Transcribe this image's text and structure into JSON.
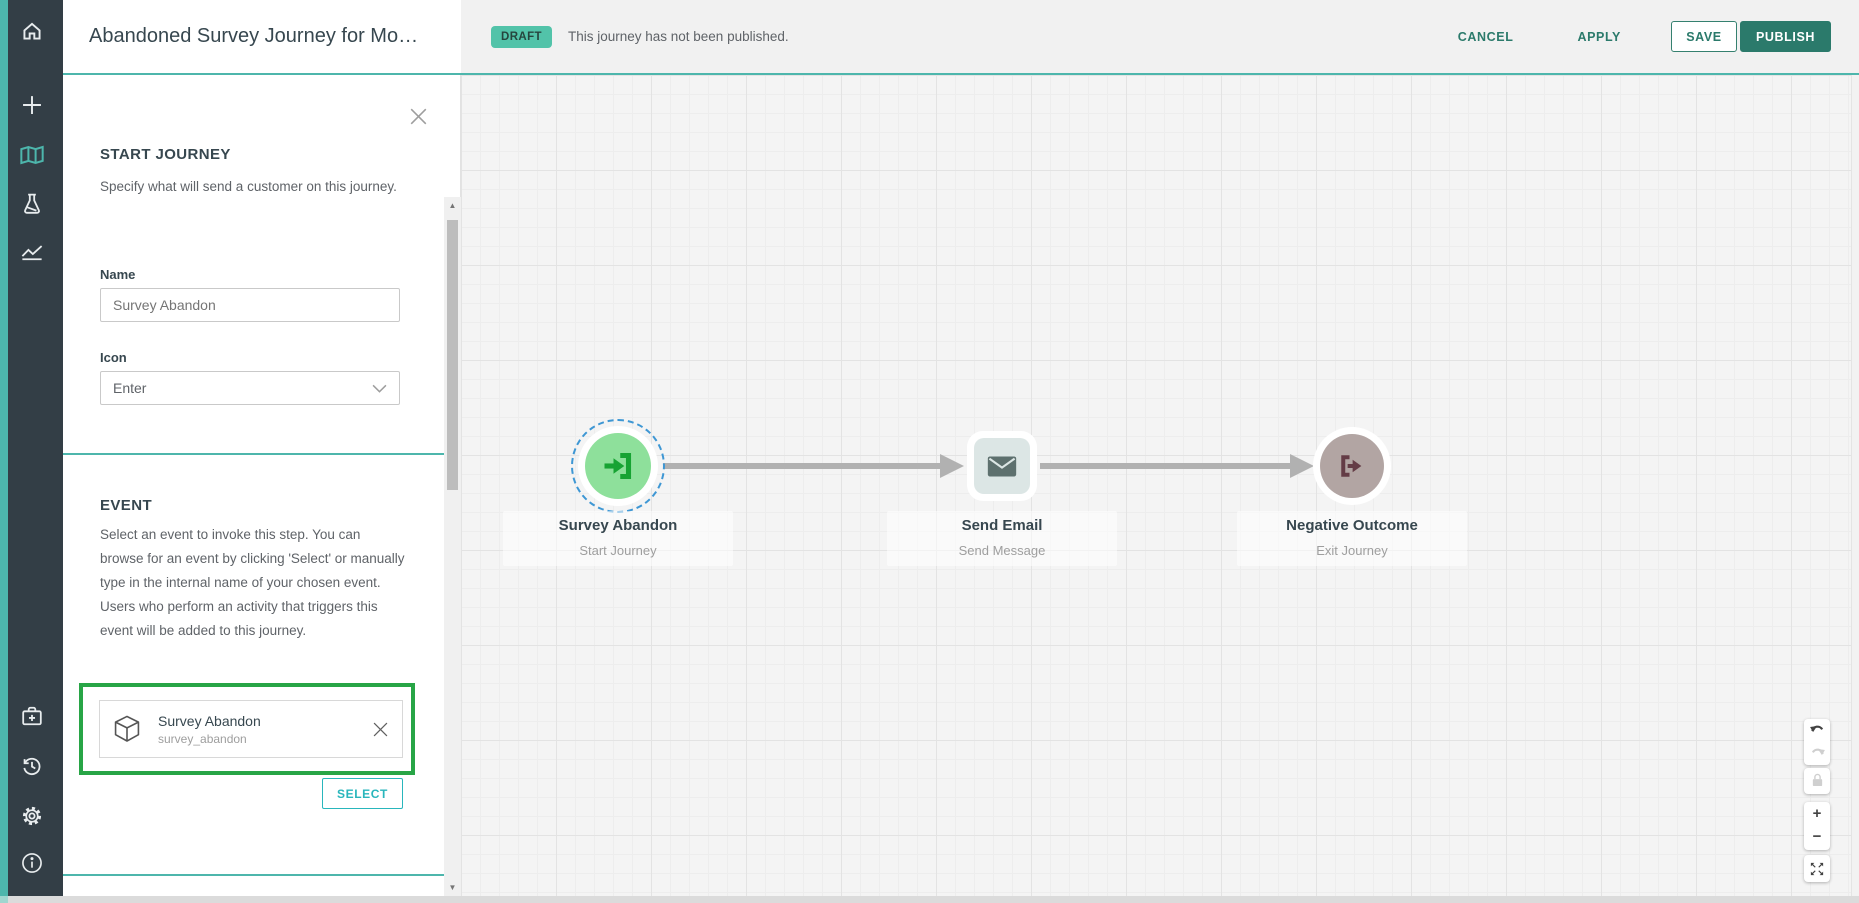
{
  "header": {
    "title": "Abandoned Survey Journey for Mo…",
    "badge": "DRAFT",
    "status": "This journey has not been published.",
    "buttons": {
      "cancel": "CANCEL",
      "apply": "APPLY",
      "save": "SAVE",
      "publish": "PUBLISH"
    }
  },
  "sidebar": {
    "icons": [
      {
        "name": "home-icon",
        "active": false
      },
      {
        "name": "add-icon",
        "active": false
      },
      {
        "name": "journey-map-icon",
        "active": true
      },
      {
        "name": "experiment-flask-icon",
        "active": false
      },
      {
        "name": "analytics-chart-icon",
        "active": false
      },
      {
        "name": "case-add-icon",
        "active": false
      },
      {
        "name": "history-icon",
        "active": false
      },
      {
        "name": "settings-gear-icon",
        "active": false
      },
      {
        "name": "info-icon",
        "active": false
      }
    ]
  },
  "panel": {
    "start_journey": {
      "heading": "START JOURNEY",
      "description": "Specify what will send a customer on this journey.",
      "name_label": "Name",
      "name_value": "Survey Abandon",
      "icon_label": "Icon",
      "icon_value": "Enter"
    },
    "event": {
      "heading": "EVENT",
      "description": "Select an event to invoke this step. You can browse for an event by clicking 'Select' or manually type in the internal name of your chosen event. Users who perform an activity that triggers this event will be added to this journey.",
      "selected_event_title": "Survey Abandon",
      "selected_event_internal_name": "survey_abandon",
      "select_button": "SELECT"
    }
  },
  "canvas": {
    "nodes": [
      {
        "title": "Survey Abandon",
        "subtitle": "Start Journey",
        "type": "start",
        "selected": true
      },
      {
        "title": "Send Email",
        "subtitle": "Send Message",
        "type": "send-message",
        "selected": false
      },
      {
        "title": "Negative Outcome",
        "subtitle": "Exit Journey",
        "type": "exit",
        "selected": false
      }
    ],
    "controls": {
      "zoom_in": "+",
      "zoom_out": "−"
    }
  },
  "colors": {
    "accent_teal": "#2b7a6b",
    "light_teal": "#4db6ac",
    "badge_teal": "#52c3a9",
    "highlight_green": "#28a546",
    "select_cyan": "#29b6bc",
    "selection_blue": "#3e97d4",
    "node_green_fill": "#8ee09b",
    "node_green_icon": "#17a333",
    "node_email_fill": "#dce6e5",
    "node_email_icon": "#5d706e",
    "node_exit_fill": "#b2a5a3",
    "node_exit_icon": "#643c46",
    "sidebar_bg": "#333e46"
  }
}
